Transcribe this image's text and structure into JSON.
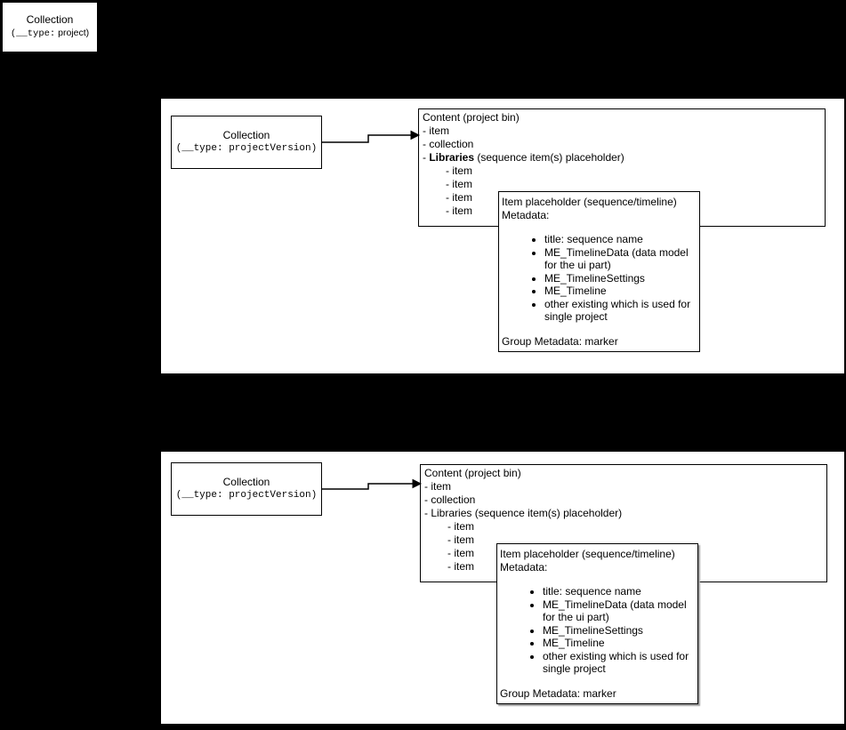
{
  "root_box": {
    "title": "Collection",
    "type_key": "(__type:",
    "type_rest": " project)"
  },
  "panels": [
    {
      "collection": {
        "title": "Collection",
        "type_line": "(__type: projectVersion)"
      },
      "content": {
        "title": "Content (project bin)",
        "line_item": "- item",
        "line_collection": "- collection",
        "lib_prefix": "- ",
        "lib_word": "Libraries",
        "lib_rest": " (sequence item(s) placeholder)",
        "sub_items": [
          "- item",
          "- item",
          "- item",
          "- item"
        ]
      },
      "placeholder": {
        "title": "Item placeholder (sequence/timeline)",
        "subtitle": "Metadata:",
        "bullets": [
          "title: sequence name",
          "ME_TimelineData (data model for the ui part)",
          "ME_TimelineSettings",
          "ME_Timeline",
          "other existing which is used for single project"
        ],
        "footer": "Group Metadata: marker"
      }
    },
    {
      "collection": {
        "title": "Collection",
        "type_line": "(__type: projectVersion)"
      },
      "content": {
        "title": "Content (project bin)",
        "line_item": "- item",
        "line_collection": "- collection",
        "lib_prefix": "- ",
        "lib_word": "Libraries",
        "lib_rest": " (sequence item(s) placeholder)",
        "sub_items": [
          "- item",
          "- item",
          "- item",
          "- item"
        ]
      },
      "placeholder": {
        "title": "Item placeholder (sequence/timeline)",
        "subtitle": "Metadata:",
        "bullets": [
          "title: sequence name",
          "ME_TimelineData (data model for the ui part)",
          "ME_TimelineSettings",
          "ME_Timeline",
          "other existing which is used for single project"
        ],
        "footer": "Group Metadata: marker"
      }
    }
  ],
  "colors": {
    "canvas_background": "#000000",
    "panel_background": "#ffffff",
    "node_border": "#000000",
    "shadow": "#9e9e9e"
  }
}
